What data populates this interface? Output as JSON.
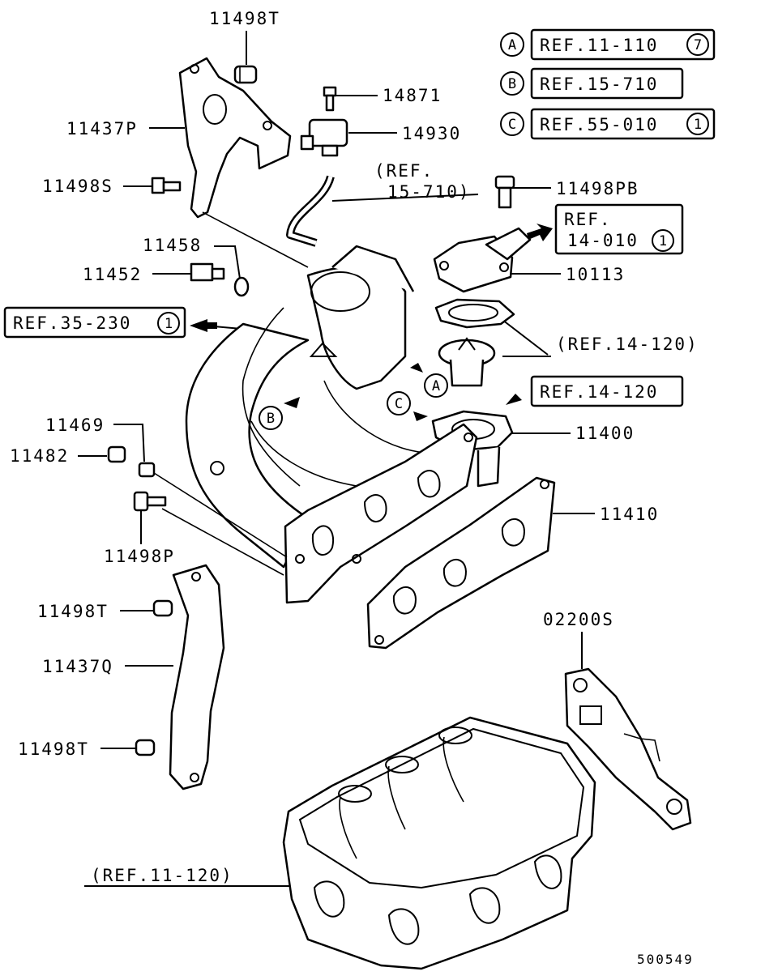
{
  "diagram_id": "500549",
  "parts": {
    "p11498T_top": "11498T",
    "p11437P": "11437P",
    "p14871": "14871",
    "p14930": "14930",
    "p11498S": "11498S",
    "p11498PB": "11498PB",
    "p11458": "11458",
    "p11452": "11452",
    "p10113": "10113",
    "p11469": "11469",
    "p11482": "11482",
    "p11400": "11400",
    "p11410": "11410",
    "p11498P": "11498P",
    "p11498T_mid": "11498T",
    "p11437Q": "11437Q",
    "p11498T_low": "11498T",
    "p02200S": "02200S"
  },
  "refs": {
    "refA_letter": "A",
    "refA_text": "REF.11-110",
    "refA_num": "7",
    "refB_letter": "B",
    "refB_text": "REF.15-710",
    "refC_letter": "C",
    "refC_text": "REF.55-010",
    "refC_num": "1",
    "ref_hose_line1": "(REF.",
    "ref_hose_line2": "15-710)",
    "ref_1401_line1": "REF.",
    "ref_1401_line2": "14-010",
    "ref_1401_num": "1",
    "ref_35230": "REF.35-230",
    "ref_35230_num": "1",
    "ref_14120_paren": "(REF.14-120)",
    "ref_14120_box": "REF.14-120",
    "ref_11120": "(REF.11-120)"
  },
  "markers": {
    "mA": "A",
    "mB": "B",
    "mC": "C"
  }
}
